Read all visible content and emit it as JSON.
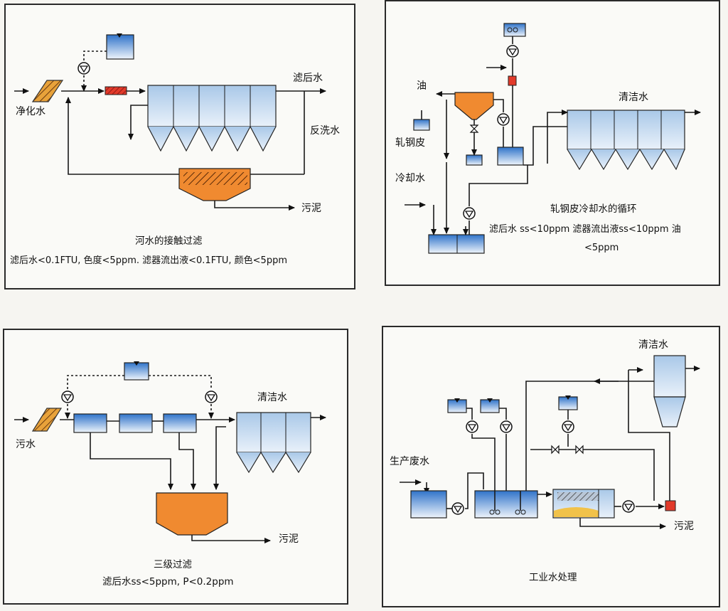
{
  "panels": {
    "river": {
      "purified_water": "净化水",
      "filtered_water": "滤后水",
      "backwash_water": "反洗水",
      "sludge": "污泥",
      "title": "河水的接触过滤",
      "spec": "滤后水<0.1FTU, 色度<5ppm. 滤器流出液<0.1FTU, 颜色<5ppm"
    },
    "scale": {
      "oil": "油",
      "scale_label": "轧钢皮",
      "cooling_water": "冷却水",
      "clean_water": "清洁水",
      "title": "轧钢皮冷却水的循环",
      "spec_line1": "滤后水 ss<10ppm  滤器流出液ss<10ppm 油",
      "spec_line2": "<5ppm"
    },
    "tertiary": {
      "waste_water": "污水",
      "clean_water": "清洁水",
      "sludge": "污泥",
      "title": "三级过滤",
      "spec": "滤后水ss<5ppm, P<0.2ppm"
    },
    "industrial": {
      "clean_water": "清洁水",
      "production_waste_water": "生产废水",
      "sludge": "污泥",
      "title": "工业水处理"
    }
  },
  "colors": {
    "water_top": "#2f73c9",
    "water_bottom": "#e9f1fb",
    "filter_fill": "#cfe0f2",
    "settler_fill": "#f28a2e",
    "screen_fill": "#e6a23c",
    "valve_red": "#e23a2a",
    "line": "#1a1a1a"
  },
  "icons": [
    "pump-icon",
    "valve-icon",
    "screen-icon",
    "arrow-icon",
    "mixer-icon"
  ]
}
